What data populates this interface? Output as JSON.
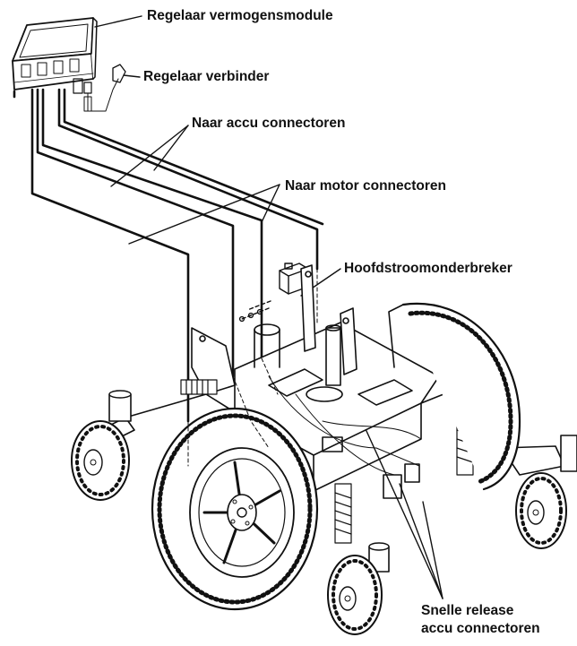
{
  "callouts": {
    "power_module": "Regelaar vermogensmodule",
    "controller_connector": "Regelaar verbinder",
    "battery_connectors": "Naar accu connectoren",
    "motor_connectors": "Naar motor connectoren",
    "circuit_breaker": "Hoofdstroomonderbreker",
    "quick_release_line1": "Snelle release",
    "quick_release_line2": "accu connectoren"
  },
  "colors": {
    "ink": "#111111",
    "paper": "#ffffff"
  }
}
